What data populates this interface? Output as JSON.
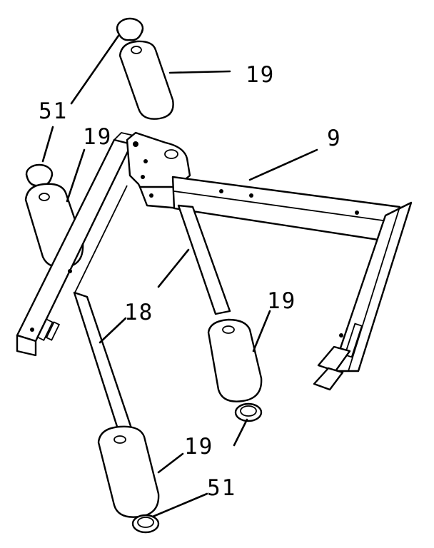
{
  "labels": {
    "leg_cap_top": "19",
    "glide_top": "51",
    "leg_cap_left": "19",
    "crossbar": "9",
    "strut": "18",
    "leg_cap_right": "19",
    "leg_cap_bottom": "19",
    "glide_bottom": "51"
  }
}
